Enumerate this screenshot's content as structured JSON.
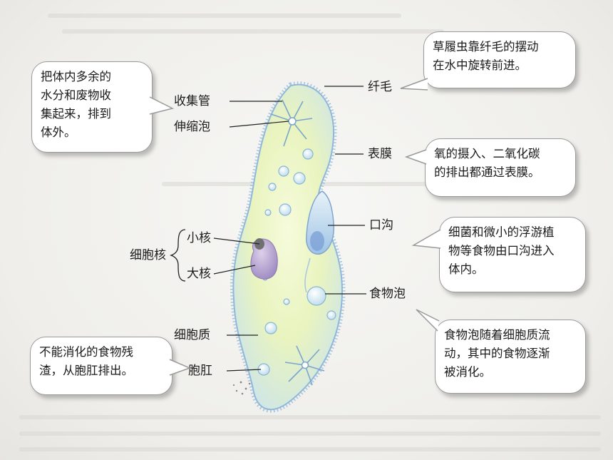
{
  "labels": {
    "cilia": "纤毛",
    "collecting_tube": "收集管",
    "contractile_vacuole": "伸缩泡",
    "pellicle": "表膜",
    "oral_groove": "口沟",
    "nucleus": "细胞核",
    "micronucleus": "小核",
    "macronucleus": "大核",
    "food_vacuole": "食物泡",
    "cytoplasm": "细胞质",
    "anal_pore": "胞肛"
  },
  "callouts": {
    "cilia": [
      "草履虫靠纤毛的摆动",
      "在水中旋转前进。"
    ],
    "contractile": [
      "把体内多余的",
      "水分和废物收",
      "集起来，排到",
      "体外。"
    ],
    "pellicle": [
      "氧的摄入、二氧化碳",
      "的排出都通过表膜。"
    ],
    "oral_groove": [
      "细菌和微小的浮游植",
      "物等食物由口沟进入",
      "体内。"
    ],
    "food_vacuole": [
      "食物泡随着细胞质流",
      "动，其中的食物逐渐",
      "被消化。"
    ],
    "anal_pore": [
      "不能消化的食物残",
      "渣，从胞肛排出。"
    ]
  },
  "colors": {
    "cell_fill": "#eef7c6",
    "cell_edge": "#8fb8da",
    "cilia": "#7aa6cc",
    "macronucleus": "#b7a4cf",
    "micronucleus": "#6f6f6f",
    "vacuole": "#cfe6f2"
  }
}
